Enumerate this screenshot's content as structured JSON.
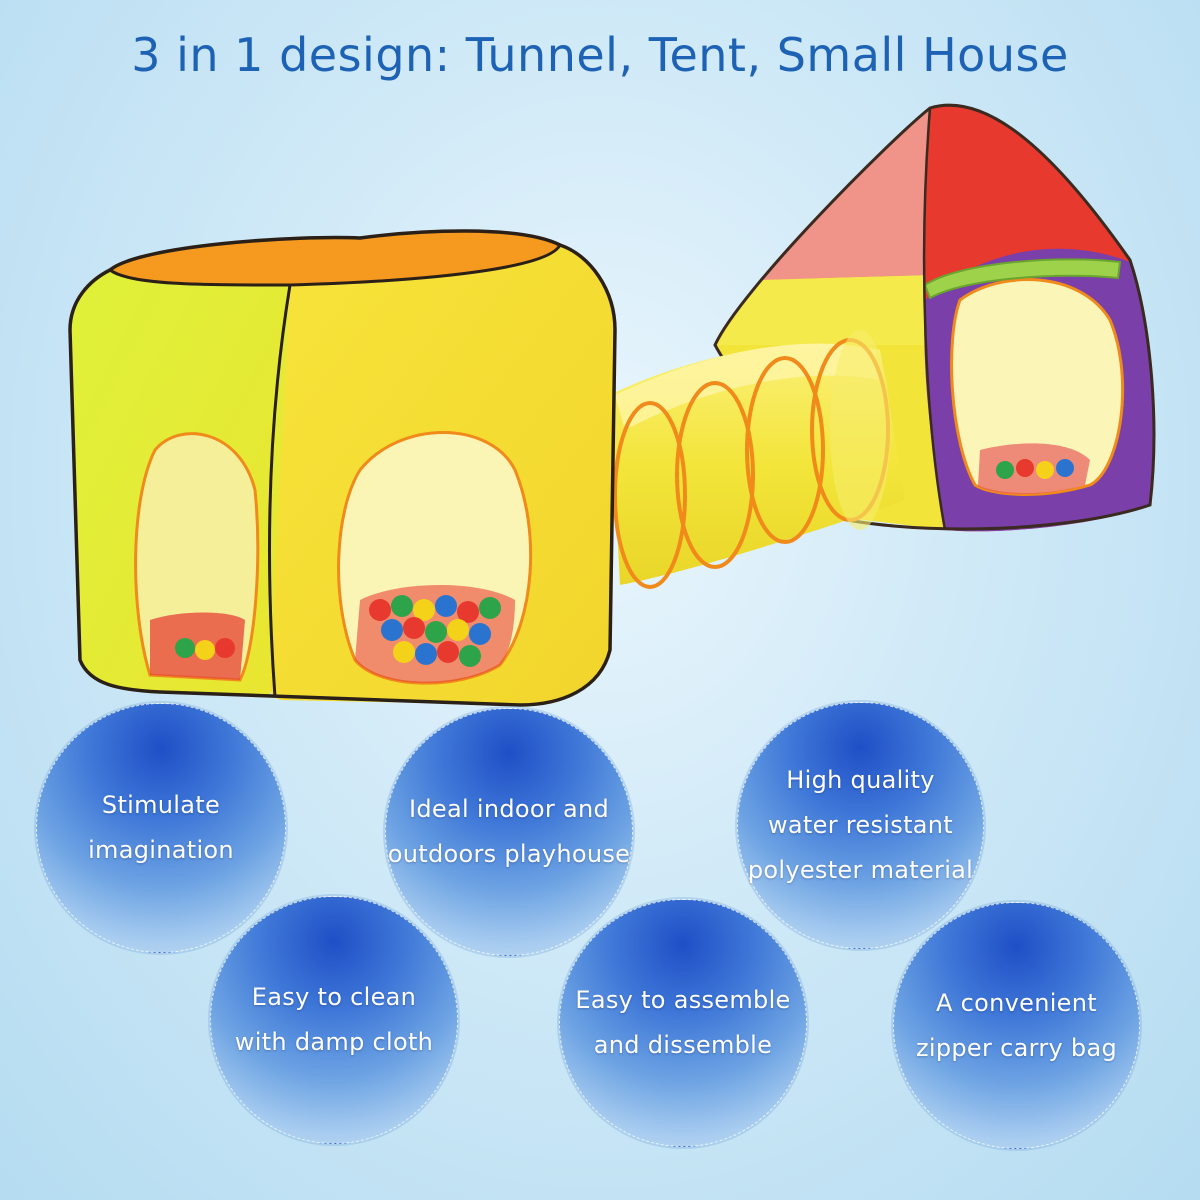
{
  "title": "3 in 1 design:  Tunnel, Tent, Small House",
  "features": [
    {
      "text": "Stimulate\nimagination"
    },
    {
      "text": "Ideal indoor and\noutdoors playhouse"
    },
    {
      "text": "High quality\nwater resistant\npolyester material"
    },
    {
      "text": "Easy to clean\nwith damp cloth"
    },
    {
      "text": "Easy to assemble\nand dissemble"
    },
    {
      "text": "A convenient\nzipper carry bag"
    }
  ],
  "colors": {
    "title": "#1d62b4",
    "cube_yellow": "#f2e92a",
    "cube_orange": "#f59a1e",
    "tunnel_yellow": "#f5e84a",
    "tunnel_ring": "#f08a1a",
    "tent_red": "#e8392e",
    "tent_pink": "#ef7a86",
    "tent_purple": "#7a3fa8"
  }
}
